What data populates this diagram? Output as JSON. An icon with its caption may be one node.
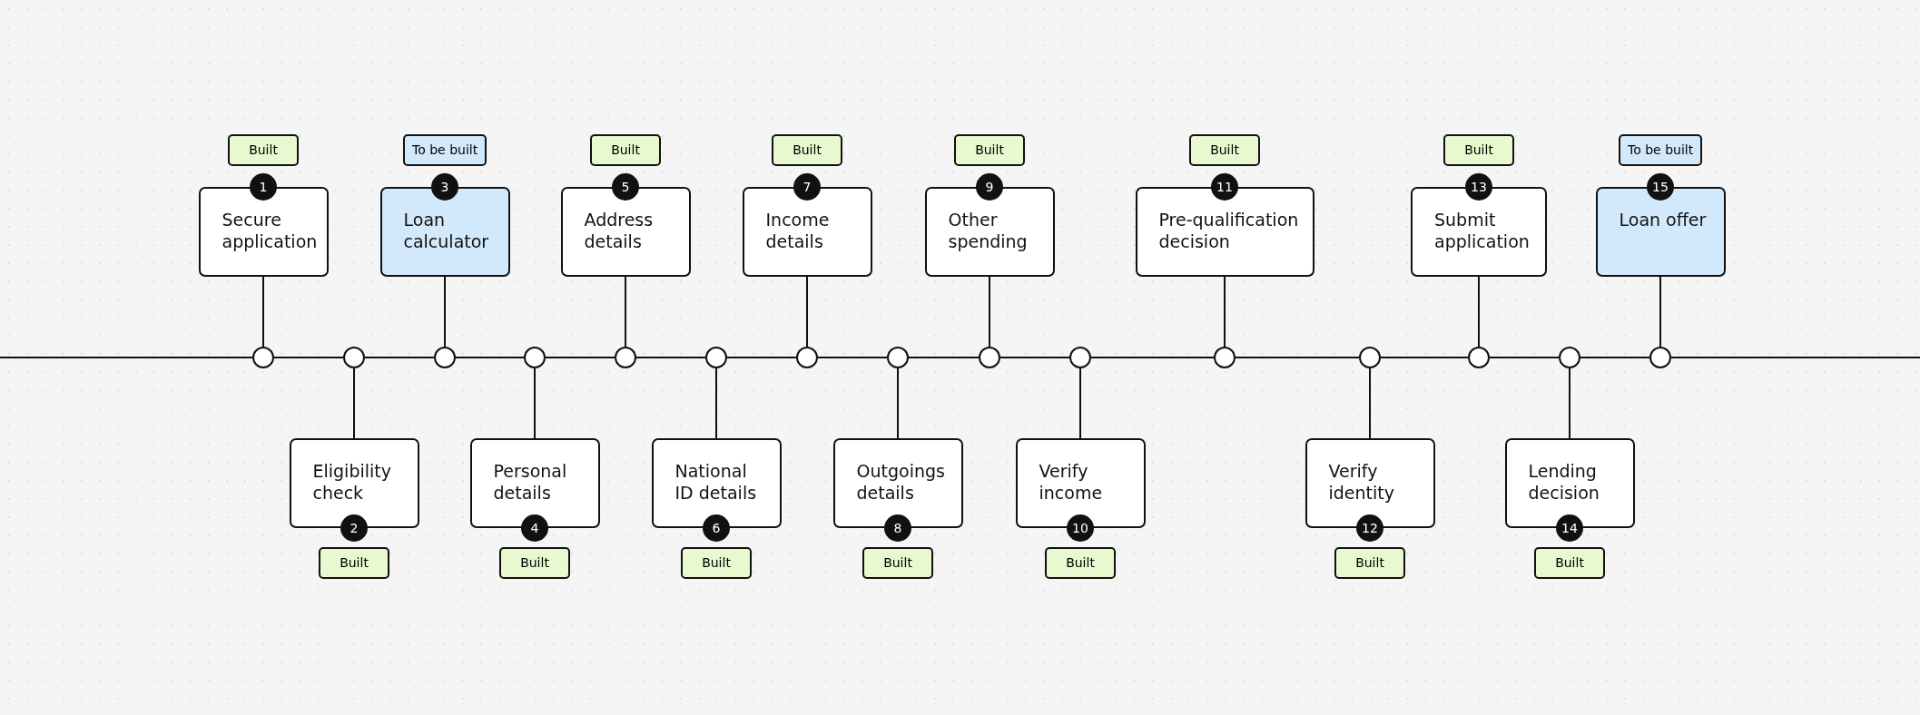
{
  "diagram": {
    "nodes": [
      {
        "text": [
          "Secure application"
        ],
        "beside": [
          "1",
          "Built"
        ]
      },
      {
        "text": [
          "Eligibility check"
        ],
        "beside": [
          "2",
          "Built"
        ]
      },
      {
        "text": [
          "Loan calculator"
        ],
        "beside": [
          "3",
          "To be built"
        ]
      },
      {
        "text": [
          "Personal details"
        ],
        "beside": [
          "4",
          "Built"
        ]
      },
      {
        "text": [
          "Address details"
        ],
        "beside": [
          "5",
          "Built"
        ]
      },
      {
        "text": [
          "National ID details"
        ],
        "beside": [
          "6",
          "Built"
        ]
      },
      {
        "text": [
          "Income details"
        ],
        "beside": [
          "7",
          "Built"
        ]
      },
      {
        "text": [
          "Outgoings details"
        ],
        "beside": [
          "8",
          "Built"
        ]
      },
      {
        "text": [
          "Other spending"
        ],
        "beside": [
          "9",
          "Built"
        ]
      },
      {
        "text": [
          "Verify income"
        ],
        "beside": [
          "10",
          "Built"
        ]
      },
      {
        "text": [
          "Pre-qualification decision"
        ],
        "beside": [
          "11",
          "Built"
        ]
      },
      {
        "text": [
          "Verify identity"
        ],
        "beside": [
          "12",
          "Built"
        ]
      },
      {
        "text": [
          "Submit application"
        ],
        "beside": [
          "13",
          "Built"
        ]
      },
      {
        "text": [
          "Lending decision"
        ],
        "beside": [
          "14",
          "Built"
        ]
      },
      {
        "text": [
          "Loan offer"
        ],
        "beside": [
          "15",
          "To be built"
        ]
      },
      {
        "text": [],
        "shape": "circle"
      },
      {
        "text": [],
        "shape": "circle"
      },
      {
        "text": [],
        "shape": "circle"
      },
      {
        "text": [],
        "shape": "circle"
      },
      {
        "text": [],
        "shape": "circle"
      },
      {
        "text": [],
        "shape": "circle"
      },
      {
        "text": [],
        "shape": "circle"
      },
      {
        "text": [],
        "shape": "circle"
      },
      {
        "text": [],
        "shape": "circle"
      },
      {
        "text": [],
        "shape": "circle"
      },
      {
        "text": [],
        "shape": "circle"
      },
      {
        "text": [],
        "shape": "circle"
      },
      {
        "text": [],
        "shape": "circle"
      },
      {
        "text": [],
        "shape": "circle"
      },
      {
        "text": [],
        "shape": "circle"
      }
    ],
    "edges": [
      {
        "from": 0,
        "to": 15,
        "arrow": "none"
      },
      {
        "from": 1,
        "to": 16,
        "arrow": "none"
      },
      {
        "from": 2,
        "to": 17,
        "arrow": "none"
      },
      {
        "from": 3,
        "to": 18,
        "arrow": "none"
      },
      {
        "from": 4,
        "to": 19,
        "arrow": "none"
      },
      {
        "from": 5,
        "to": 20,
        "arrow": "none"
      },
      {
        "from": 6,
        "to": 21,
        "arrow": "none"
      },
      {
        "from": 7,
        "to": 22,
        "arrow": "none"
      },
      {
        "from": 8,
        "to": 23,
        "arrow": "none"
      },
      {
        "from": 9,
        "to": 24,
        "arrow": "none"
      },
      {
        "from": 10,
        "to": 25,
        "arrow": "none"
      },
      {
        "from": 11,
        "to": 26,
        "arrow": "none"
      },
      {
        "from": 12,
        "to": 27,
        "arrow": "none"
      },
      {
        "from": 13,
        "to": 28,
        "arrow": "none"
      },
      {
        "from": 14,
        "to": 29,
        "arrow": "none"
      },
      {
        "from": null,
        "to": 15,
        "arrow": "none"
      },
      {
        "from": 15,
        "to": 16,
        "arrow": "none"
      },
      {
        "from": 16,
        "to": 17,
        "arrow": "none"
      },
      {
        "from": 17,
        "to": 18,
        "arrow": "none"
      },
      {
        "from": 18,
        "to": 19,
        "arrow": "none"
      },
      {
        "from": 19,
        "to": 20,
        "arrow": "none"
      },
      {
        "from": 20,
        "to": 21,
        "arrow": "none"
      },
      {
        "from": 21,
        "to": 22,
        "arrow": "none"
      },
      {
        "from": 22,
        "to": 23,
        "arrow": "none"
      },
      {
        "from": 23,
        "to": 24,
        "arrow": "none"
      },
      {
        "from": 24,
        "to": 25,
        "arrow": "none"
      },
      {
        "from": 25,
        "to": 26,
        "arrow": "none"
      },
      {
        "from": 26,
        "to": 27,
        "arrow": "none"
      },
      {
        "from": 27,
        "to": 28,
        "arrow": "none"
      },
      {
        "from": 28,
        "to": 29,
        "arrow": "none"
      },
      {
        "from": 29,
        "to": null,
        "arrow": "none"
      }
    ]
  }
}
